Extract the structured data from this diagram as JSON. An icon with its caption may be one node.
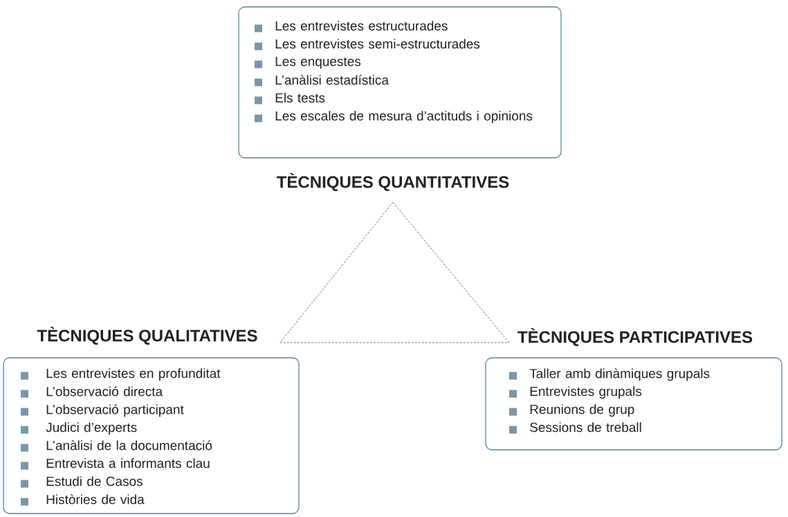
{
  "diagram": {
    "nodes": [
      {
        "text": [
          "Les entrevistes estructurades",
          "Les entrevistes semi-estructurades",
          "Les enquestes",
          "L’anàlisi estadística",
          "Els tests",
          "Les escales de mesura d’actituds i opinions",
          "TÈCNIQUES QUANTITATIVES"
        ]
      },
      {
        "text": [
          "TÈCNIQUES QUALITATIVES",
          "Les entrevistes en profunditat",
          "L’observació directa",
          "L’observació participant",
          "Judici d’experts",
          "L’anàlisi de la documentació",
          "Entrevista a informants clau",
          "Estudi de Casos",
          "Històries de vida"
        ]
      },
      {
        "text": [
          "TÈCNIQUES PARTICIPATIVES",
          "Taller amb dinàmiques grupals",
          "Entrevistes grupals",
          "Reunions de grup",
          "Sessions de treball"
        ]
      }
    ],
    "edges": [
      {
        "from": 0,
        "to": 1,
        "arrow": "none",
        "style": "dashed"
      },
      {
        "from": 0,
        "to": 2,
        "arrow": "none",
        "style": "dashed"
      },
      {
        "from": 1,
        "to": 2,
        "arrow": "none",
        "style": "dashed"
      }
    ]
  }
}
